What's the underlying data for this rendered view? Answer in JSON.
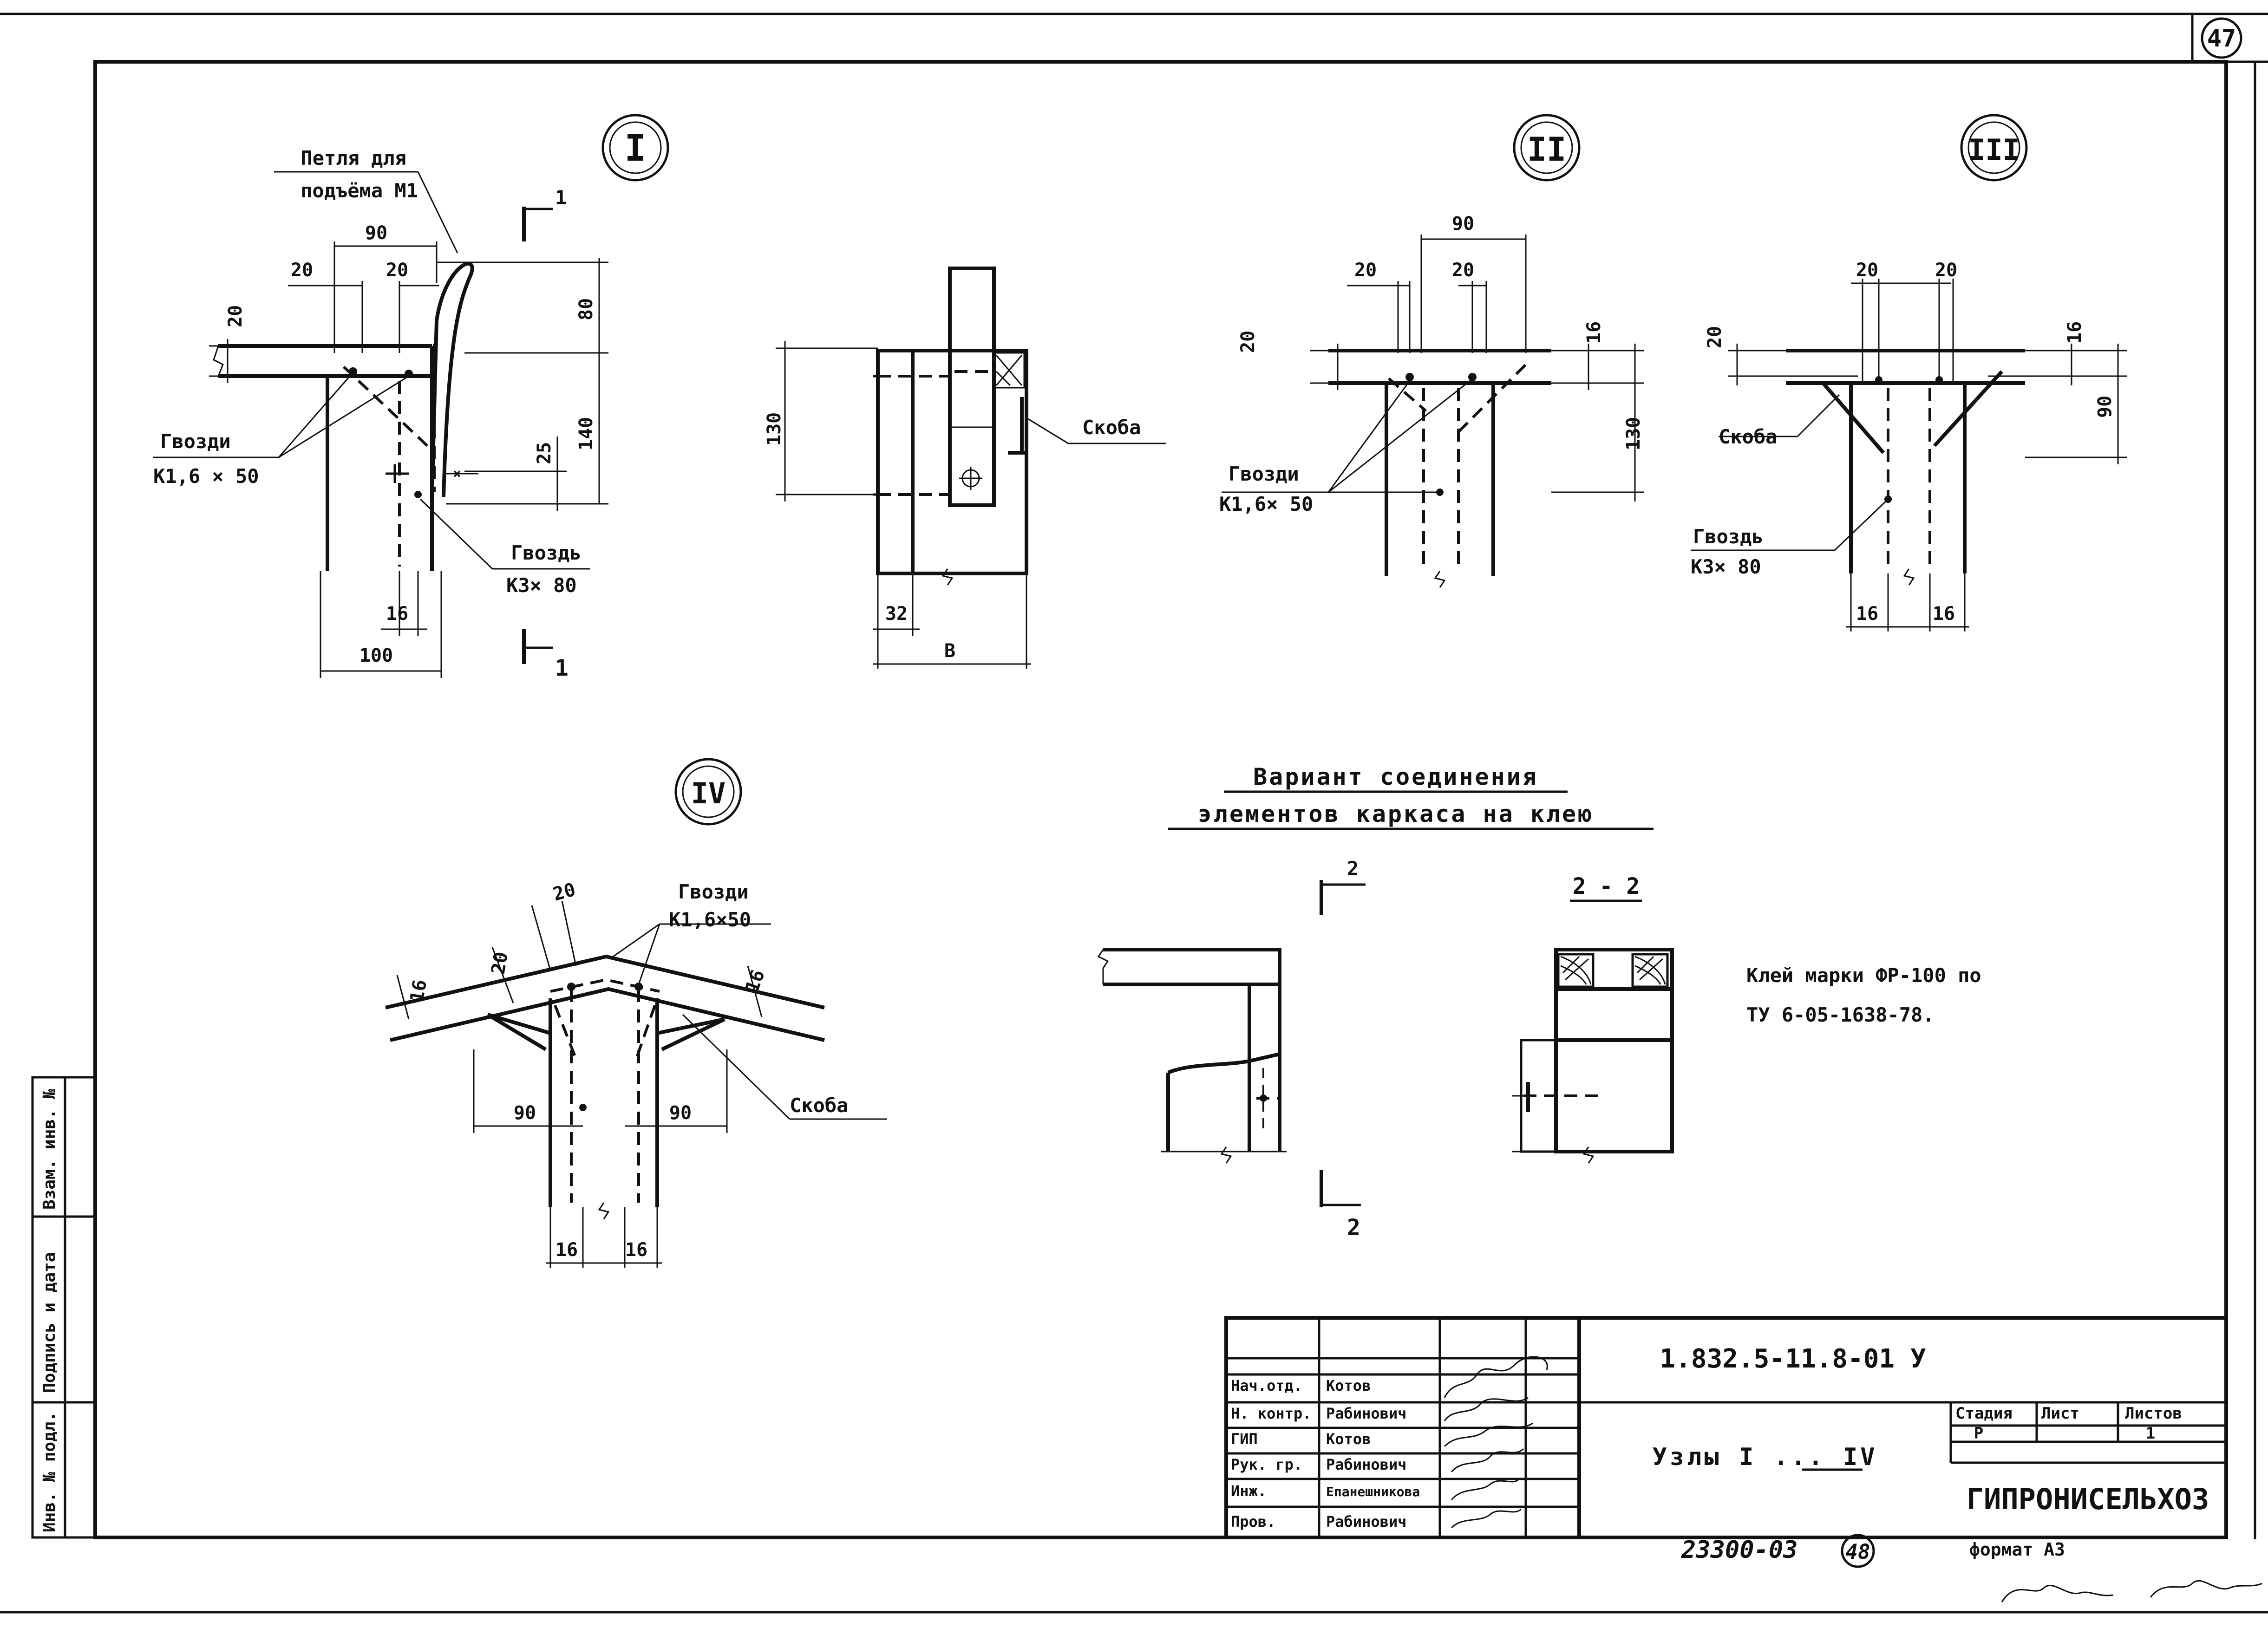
{
  "sheet_number": "47",
  "bottom_sheet_number": "48",
  "archive_number": "23300-03",
  "format": "формат А3",
  "nodes": {
    "n1": {
      "marker": "I",
      "loop_label_line1": "Петля для",
      "loop_label_line2": "подъёма М1",
      "nails_label": "Гвозди",
      "nails_spec": "К1,6 × 50",
      "nail_label": "Гвоздь",
      "nail_spec": "К3× 80",
      "section_mark": "1",
      "dims": {
        "d90": "90",
        "d20a": "20",
        "d20b": "20",
        "d20v": "20",
        "d80": "80",
        "d140": "140",
        "d25": "25",
        "d16": "16",
        "d100": "100"
      }
    },
    "n1_side": {
      "bracket_label": "Скоба",
      "dims": {
        "d130": "130",
        "d32": "32",
        "dB": "В"
      }
    },
    "n2": {
      "marker": "II",
      "nails_label": "Гвозди",
      "nails_spec": "К1,6× 50",
      "dims": {
        "d90": "90",
        "d20a": "20",
        "d20b": "20",
        "d20v": "20",
        "d16": "16",
        "d130": "130"
      }
    },
    "n3": {
      "marker": "III",
      "bracket_label": "Скоба",
      "nail_label": "Гвоздь",
      "nail_spec": "К3× 80",
      "dims": {
        "d20a": "20",
        "d20b": "20",
        "d20v": "20",
        "d16v": "16",
        "d90": "90",
        "d16a": "16",
        "d16b": "16"
      }
    },
    "n4": {
      "marker": "IV",
      "nails_label": "Гвозди",
      "nails_spec": "К1,6×50",
      "bracket_label": "Скоба",
      "dims": {
        "d20a": "20",
        "d20b": "20",
        "d16l": "16",
        "d16r": "16",
        "d90l": "90",
        "d90r": "90",
        "d16a": "16",
        "d16b": "16"
      }
    }
  },
  "glue_variant": {
    "title_line1": "Вариант соединения",
    "title_line2": "элементов каркаса на клею",
    "section_mark": "2",
    "section_title": "2 - 2",
    "note_line1": "Клей марки ФР-100 по",
    "note_line2": "ТУ 6-05-1638-78."
  },
  "side_stamp": {
    "col1": "Инв. № подл.",
    "col2": "Подпись и дата",
    "col3": "Взам. инв. №"
  },
  "title_block": {
    "code": "1.832.5-11.8-01 У",
    "title": "Узлы I ... IV",
    "org": "ГИПРОНИСЕЛЬХОЗ",
    "headers": {
      "stage": "Стадия",
      "sheet": "Лист",
      "sheets": "Листов"
    },
    "values": {
      "stage": "Р",
      "sheet": "",
      "sheets": "1"
    },
    "people": [
      {
        "role": "Нач.отд.",
        "name": "Котов"
      },
      {
        "role": "Н. контр.",
        "name": "Рабинович"
      },
      {
        "role": "ГИП",
        "name": "Котов"
      },
      {
        "role": "Рук. гр.",
        "name": "Рабинович"
      },
      {
        "role": "Инж.",
        "name": "Епанешникова"
      },
      {
        "role": "Пров.",
        "name": "Рабинович"
      }
    ]
  }
}
